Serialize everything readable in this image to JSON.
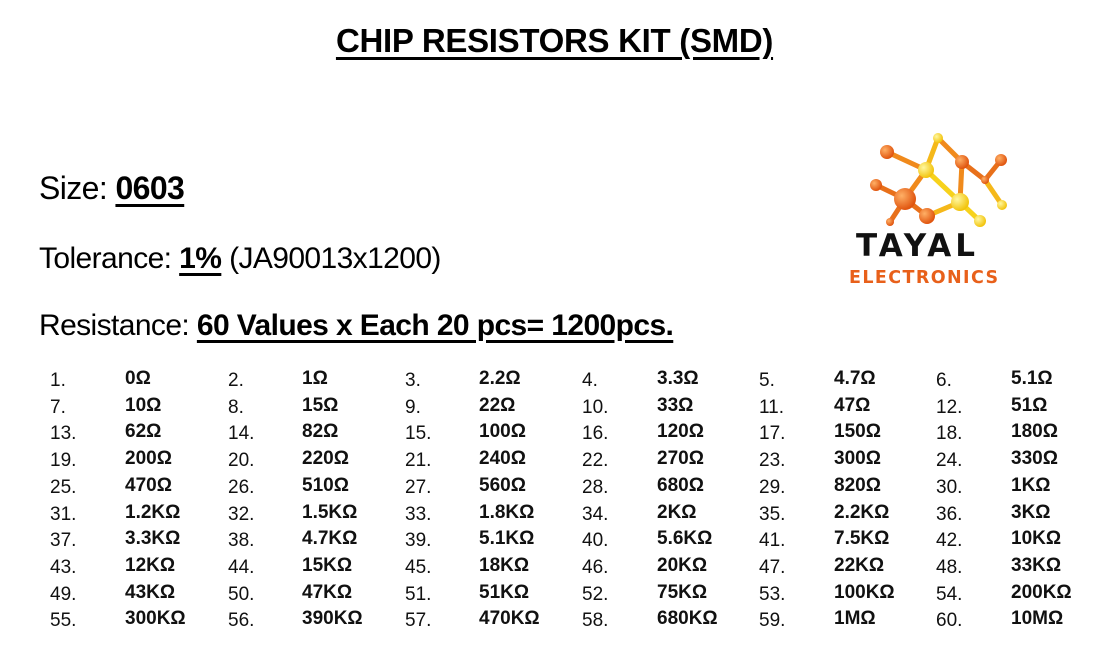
{
  "title": "CHIP RESISTORS KIT (SMD)",
  "specs": {
    "size_label": "Size: ",
    "size_value": "0603",
    "tolerance_label": "Tolerance: ",
    "tolerance_value": "1%",
    "tolerance_code": " (JA90013x1200)",
    "resistance_label": "Resistance: ",
    "resistance_value": "60 Values x Each 20 pcs= 1200pcs."
  },
  "logo": {
    "name": "TAYAL",
    "subtitle": "ELECTRONICS",
    "colors": {
      "orange": "#e8601a",
      "yellow": "#f7d21c",
      "dark": "#111111"
    }
  },
  "resistor_values": [
    {
      "n": "1.",
      "v": "0Ω"
    },
    {
      "n": "2.",
      "v": "1Ω"
    },
    {
      "n": "3.",
      "v": "2.2Ω"
    },
    {
      "n": "4.",
      "v": "3.3Ω"
    },
    {
      "n": "5.",
      "v": "4.7Ω"
    },
    {
      "n": "6.",
      "v": "5.1Ω"
    },
    {
      "n": "7.",
      "v": "10Ω"
    },
    {
      "n": "8.",
      "v": "15Ω"
    },
    {
      "n": "9.",
      "v": "22Ω"
    },
    {
      "n": "10.",
      "v": "33Ω"
    },
    {
      "n": "11.",
      "v": "47Ω"
    },
    {
      "n": "12.",
      "v": "51Ω"
    },
    {
      "n": "13.",
      "v": "62Ω"
    },
    {
      "n": "14.",
      "v": "82Ω"
    },
    {
      "n": "15.",
      "v": "100Ω"
    },
    {
      "n": "16.",
      "v": "120Ω"
    },
    {
      "n": "17.",
      "v": "150Ω"
    },
    {
      "n": "18.",
      "v": "180Ω"
    },
    {
      "n": "19.",
      "v": "200Ω"
    },
    {
      "n": "20.",
      "v": "220Ω"
    },
    {
      "n": "21.",
      "v": "240Ω"
    },
    {
      "n": "22.",
      "v": "270Ω"
    },
    {
      "n": "23.",
      "v": "300Ω"
    },
    {
      "n": "24.",
      "v": "330Ω"
    },
    {
      "n": "25.",
      "v": "470Ω"
    },
    {
      "n": "26.",
      "v": "510Ω"
    },
    {
      "n": "27.",
      "v": "560Ω"
    },
    {
      "n": "28.",
      "v": "680Ω"
    },
    {
      "n": "29.",
      "v": "820Ω"
    },
    {
      "n": "30.",
      "v": "1KΩ"
    },
    {
      "n": "31.",
      "v": "1.2KΩ"
    },
    {
      "n": "32.",
      "v": "1.5KΩ"
    },
    {
      "n": "33.",
      "v": "1.8KΩ"
    },
    {
      "n": "34.",
      "v": "2KΩ"
    },
    {
      "n": "35.",
      "v": "2.2KΩ"
    },
    {
      "n": "36.",
      "v": "3KΩ"
    },
    {
      "n": "37.",
      "v": "3.3KΩ"
    },
    {
      "n": "38.",
      "v": "4.7KΩ"
    },
    {
      "n": "39.",
      "v": "5.1KΩ"
    },
    {
      "n": "40.",
      "v": "5.6KΩ"
    },
    {
      "n": "41.",
      "v": "7.5KΩ"
    },
    {
      "n": "42.",
      "v": "10KΩ"
    },
    {
      "n": "43.",
      "v": "12KΩ"
    },
    {
      "n": "44.",
      "v": "15KΩ"
    },
    {
      "n": "45.",
      "v": "18KΩ"
    },
    {
      "n": "46.",
      "v": "20KΩ"
    },
    {
      "n": "47.",
      "v": "22KΩ"
    },
    {
      "n": "48.",
      "v": "33KΩ"
    },
    {
      "n": "49.",
      "v": "43KΩ"
    },
    {
      "n": "50.",
      "v": "47KΩ"
    },
    {
      "n": "51.",
      "v": "51KΩ"
    },
    {
      "n": "52.",
      "v": "75KΩ"
    },
    {
      "n": "53.",
      "v": "100KΩ"
    },
    {
      "n": "54.",
      "v": "200KΩ"
    },
    {
      "n": "55.",
      "v": "300KΩ"
    },
    {
      "n": "56.",
      "v": "390KΩ"
    },
    {
      "n": "57.",
      "v": "470KΩ"
    },
    {
      "n": "58.",
      "v": "680KΩ"
    },
    {
      "n": "59.",
      "v": "1MΩ"
    },
    {
      "n": "60.",
      "v": "10MΩ"
    }
  ]
}
